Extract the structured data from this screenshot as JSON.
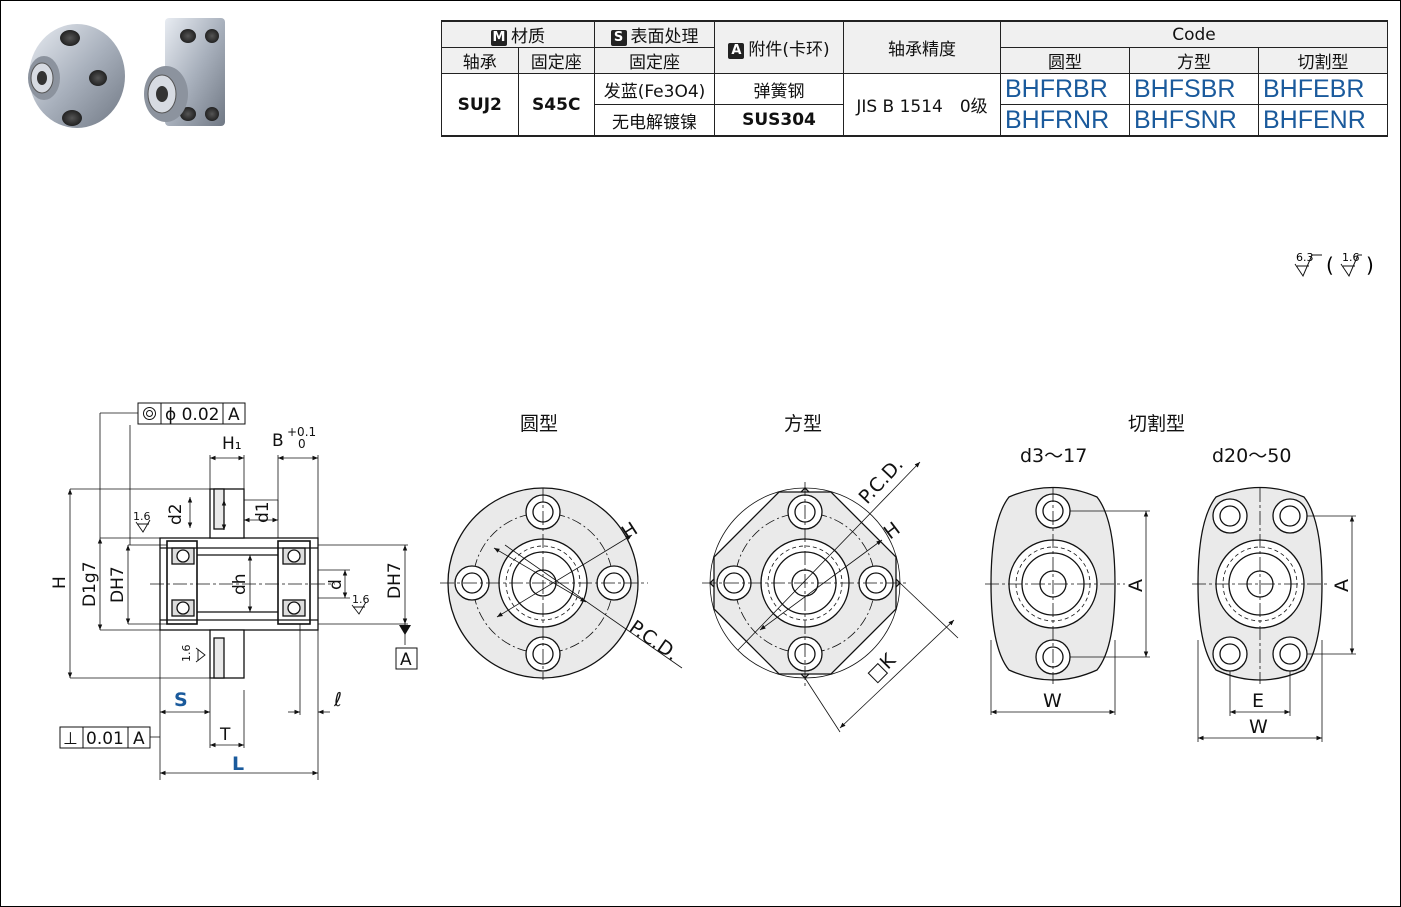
{
  "table": {
    "header1": {
      "material_badge": "M",
      "material": "材质",
      "surface_badge": "S",
      "surface": "表面处理",
      "accessory_badge": "A",
      "accessory": "附件(卡环)",
      "accuracy": "轴承精度",
      "code": "Code"
    },
    "header2": {
      "bearing": "轴承",
      "housing": "固定座",
      "surface_housing": "固定座",
      "round": "圆型",
      "square": "方型",
      "cut": "切割型"
    },
    "row1": {
      "bearing_mat": "SUJ2",
      "housing_mat": "S45C",
      "surface": "发蓝(Fe3O4)",
      "accessory": "弹簧钢",
      "accuracy": "JIS B 1514　0级",
      "code_round": "BHFRBR",
      "code_square": "BHFSBR",
      "code_cut": "BHFEBR"
    },
    "row2": {
      "surface": "无电解镀镍",
      "accessory": "SUS304",
      "code_round": "BHFRNR",
      "code_square": "BHFSNR",
      "code_cut": "BHFENR"
    }
  },
  "roughness": {
    "main": "6.3",
    "other": "1.6",
    "open": "(",
    "close": ")"
  },
  "drawing": {
    "tol_concentric": "ϕ 0.02",
    "tol_datum": "A",
    "h1": "H₁",
    "b": "B",
    "b_tol_up": "+0.1",
    "b_tol_low": "0",
    "d2": "d2",
    "d1": "d1",
    "h": "H",
    "d1g7": "D1g7",
    "dh7_left": "DH7",
    "dh": "dh",
    "d_small": "d",
    "dh7_right": "DH7",
    "rough_a": "1.6",
    "rough_b": "1.6",
    "rough_c": "1.6",
    "datum_a": "A",
    "s": "S",
    "ell": "ℓ",
    "t": "T",
    "l": "L",
    "perp": "⊥",
    "perp_val": "0.01",
    "perp_datum": "A"
  },
  "views": {
    "round_title": "圆型",
    "square_title": "方型",
    "cut_title": "切割型",
    "cut_small_range": "d3～17",
    "cut_large_range": "d20～50",
    "h": "H",
    "pcd": "P.C.D.",
    "k": "□K",
    "a": "A",
    "w": "W",
    "e": "E"
  }
}
